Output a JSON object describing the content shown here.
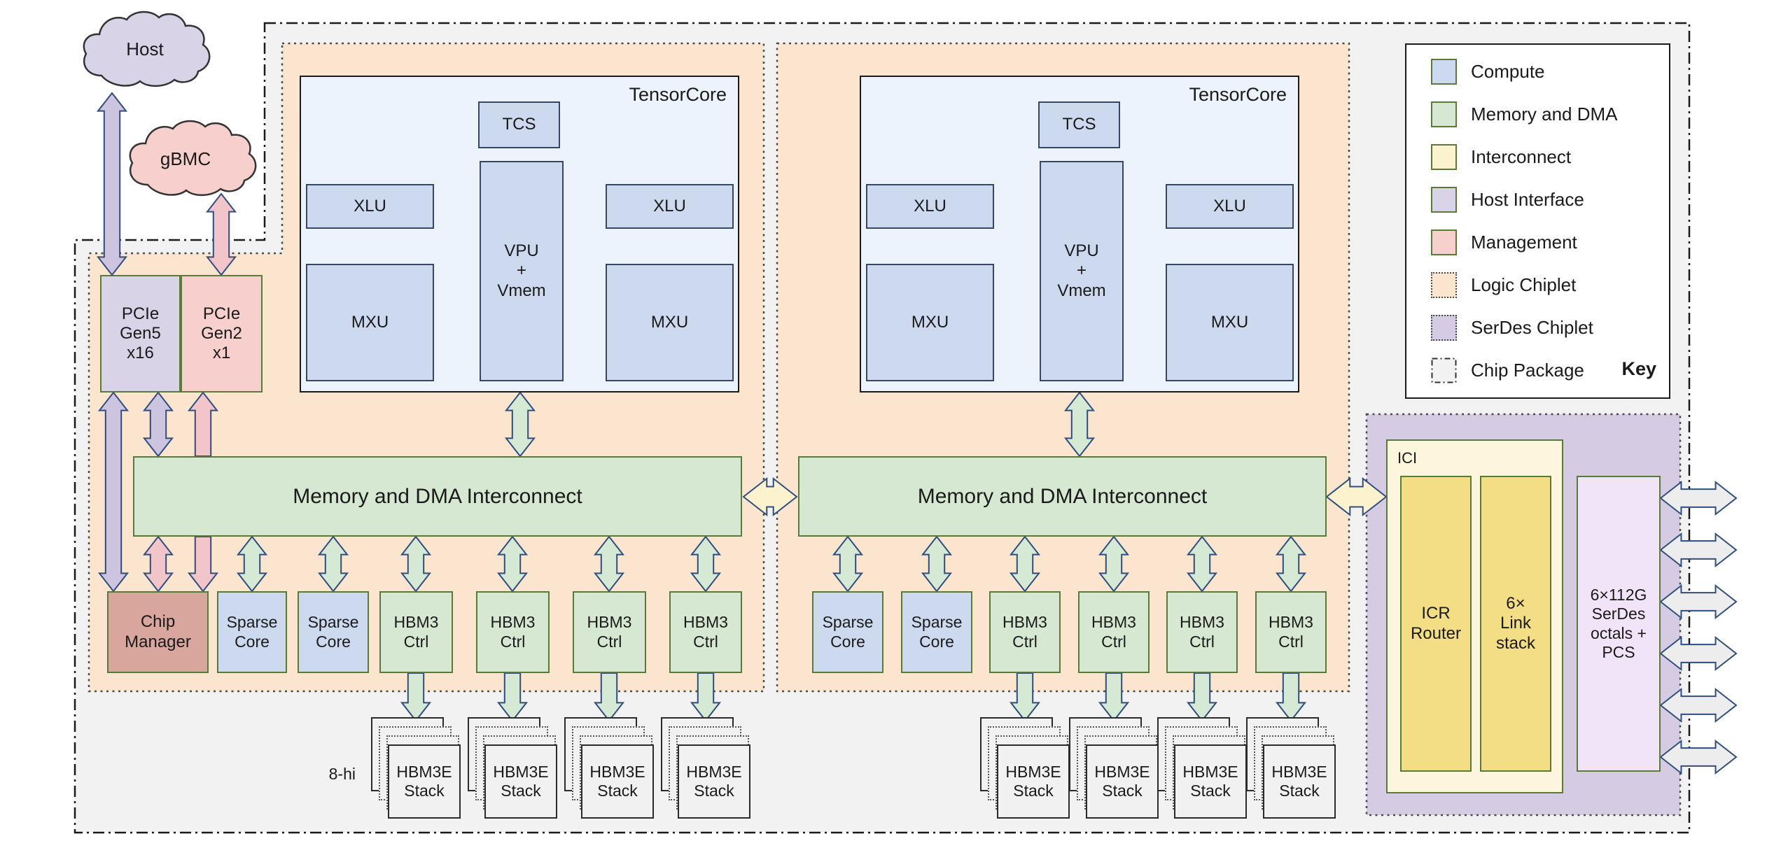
{
  "colors": {
    "arrow_purple": "#cdc5e0",
    "arrow_pink": "#f2c5ca",
    "arrow_green": "#d5e9d4",
    "arrow_yellow": "#fcf3ce",
    "arrow_gray": "#ededed",
    "arrow_blue": "#c9d7f0",
    "arrow_stroke": "#2f4d7d",
    "compute_fill": "#ccd9ef",
    "memory_fill": "#d6e8d2",
    "interconnect_fill": "#fbf3ce",
    "host_interface_fill": "#d9d3e8",
    "management_fill": "#f7cfcc",
    "logic_chiplet_fill": "#fbe5ce",
    "serdes_chiplet_fill": "#d5cce4",
    "chip_package_fill": "#f2f2f2"
  },
  "clouds": {
    "host_label": "Host",
    "gbmc_label": "gBMC"
  },
  "pcie": {
    "gen5_label": "PCIe\nGen5\nx16",
    "gen2_label": "PCIe\nGen2\nx1"
  },
  "tensorcore": {
    "title": "TensorCore",
    "tcs": "TCS",
    "vpu": "VPU\n+\nVmem",
    "xlu": "XLU",
    "mxu": "MXU"
  },
  "interconnect": {
    "label": "Memory and DMA Interconnect"
  },
  "blocks": {
    "chip_manager": "Chip\nManager",
    "sparse_core": "Sparse\nCore",
    "hbm3_ctrl": "HBM3\nCtrl",
    "hbm3e_stack": "HBM3E\nStack"
  },
  "stack_height_label": "8-hi",
  "ici": {
    "title": "ICI",
    "icr_router": "ICR\nRouter",
    "link_stack": "6×\nLink\nstack"
  },
  "serdes": {
    "label": "6×112G\nSerDes\noctals +\nPCS"
  },
  "legend": {
    "title": "Key",
    "items": [
      {
        "label": "Compute",
        "swatch": "compute"
      },
      {
        "label": "Memory and DMA",
        "swatch": "memory"
      },
      {
        "label": "Interconnect",
        "swatch": "interconnect"
      },
      {
        "label": "Host Interface",
        "swatch": "hostif"
      },
      {
        "label": "Management",
        "swatch": "mgmt"
      },
      {
        "label": "Logic Chiplet",
        "swatch": "logic"
      },
      {
        "label": "SerDes Chiplet",
        "swatch": "serdes"
      },
      {
        "label": "Chip Package",
        "swatch": "package"
      }
    ]
  }
}
